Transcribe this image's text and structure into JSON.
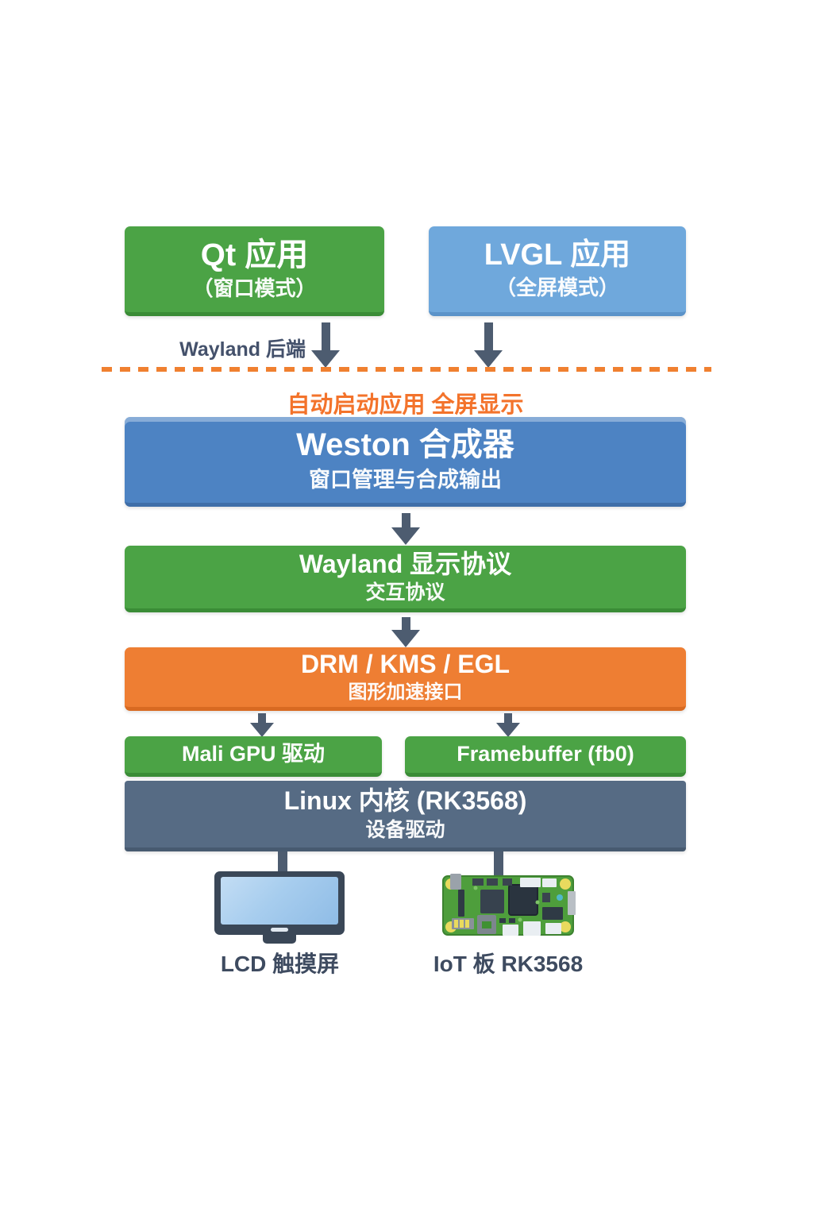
{
  "palette": {
    "app_green": "#4ba345",
    "app_light_blue": "#6fa8dc",
    "weston_blue": "#4d83c3",
    "drm_orange": "#ee7e33",
    "kernel_slate": "#566b84",
    "arrow_gray": "#4d5c70",
    "divider_orange": "#f08030",
    "caption_orange": "#f3732b",
    "label_dark": "#3e4b60"
  },
  "diagram": {
    "apps": [
      {
        "title": "Qt 应用",
        "subtitle": "（窗口模式）"
      },
      {
        "title": "LVGL 应用",
        "subtitle": "（全屏模式）"
      }
    ],
    "wayland_backend_label": "Wayland 后端",
    "divider_caption": "自动启动应用 全屏显示",
    "layers": [
      {
        "title": "Weston 合成器",
        "subtitle": "窗口管理与合成输出"
      },
      {
        "title": "Wayland 显示协议",
        "subtitle": "交互协议"
      },
      {
        "title": "DRM / KMS / EGL",
        "subtitle": "图形加速接口"
      }
    ],
    "drivers": [
      {
        "title": "Mali GPU 驱动"
      },
      {
        "title": "Framebuffer (fb0)"
      }
    ],
    "kernel": {
      "title": "Linux 内核 (RK3568)",
      "subtitle": "设备驱动"
    },
    "hardware": [
      {
        "label": "LCD 触摸屏"
      },
      {
        "label": "IoT 板 RK3568"
      }
    ]
  }
}
